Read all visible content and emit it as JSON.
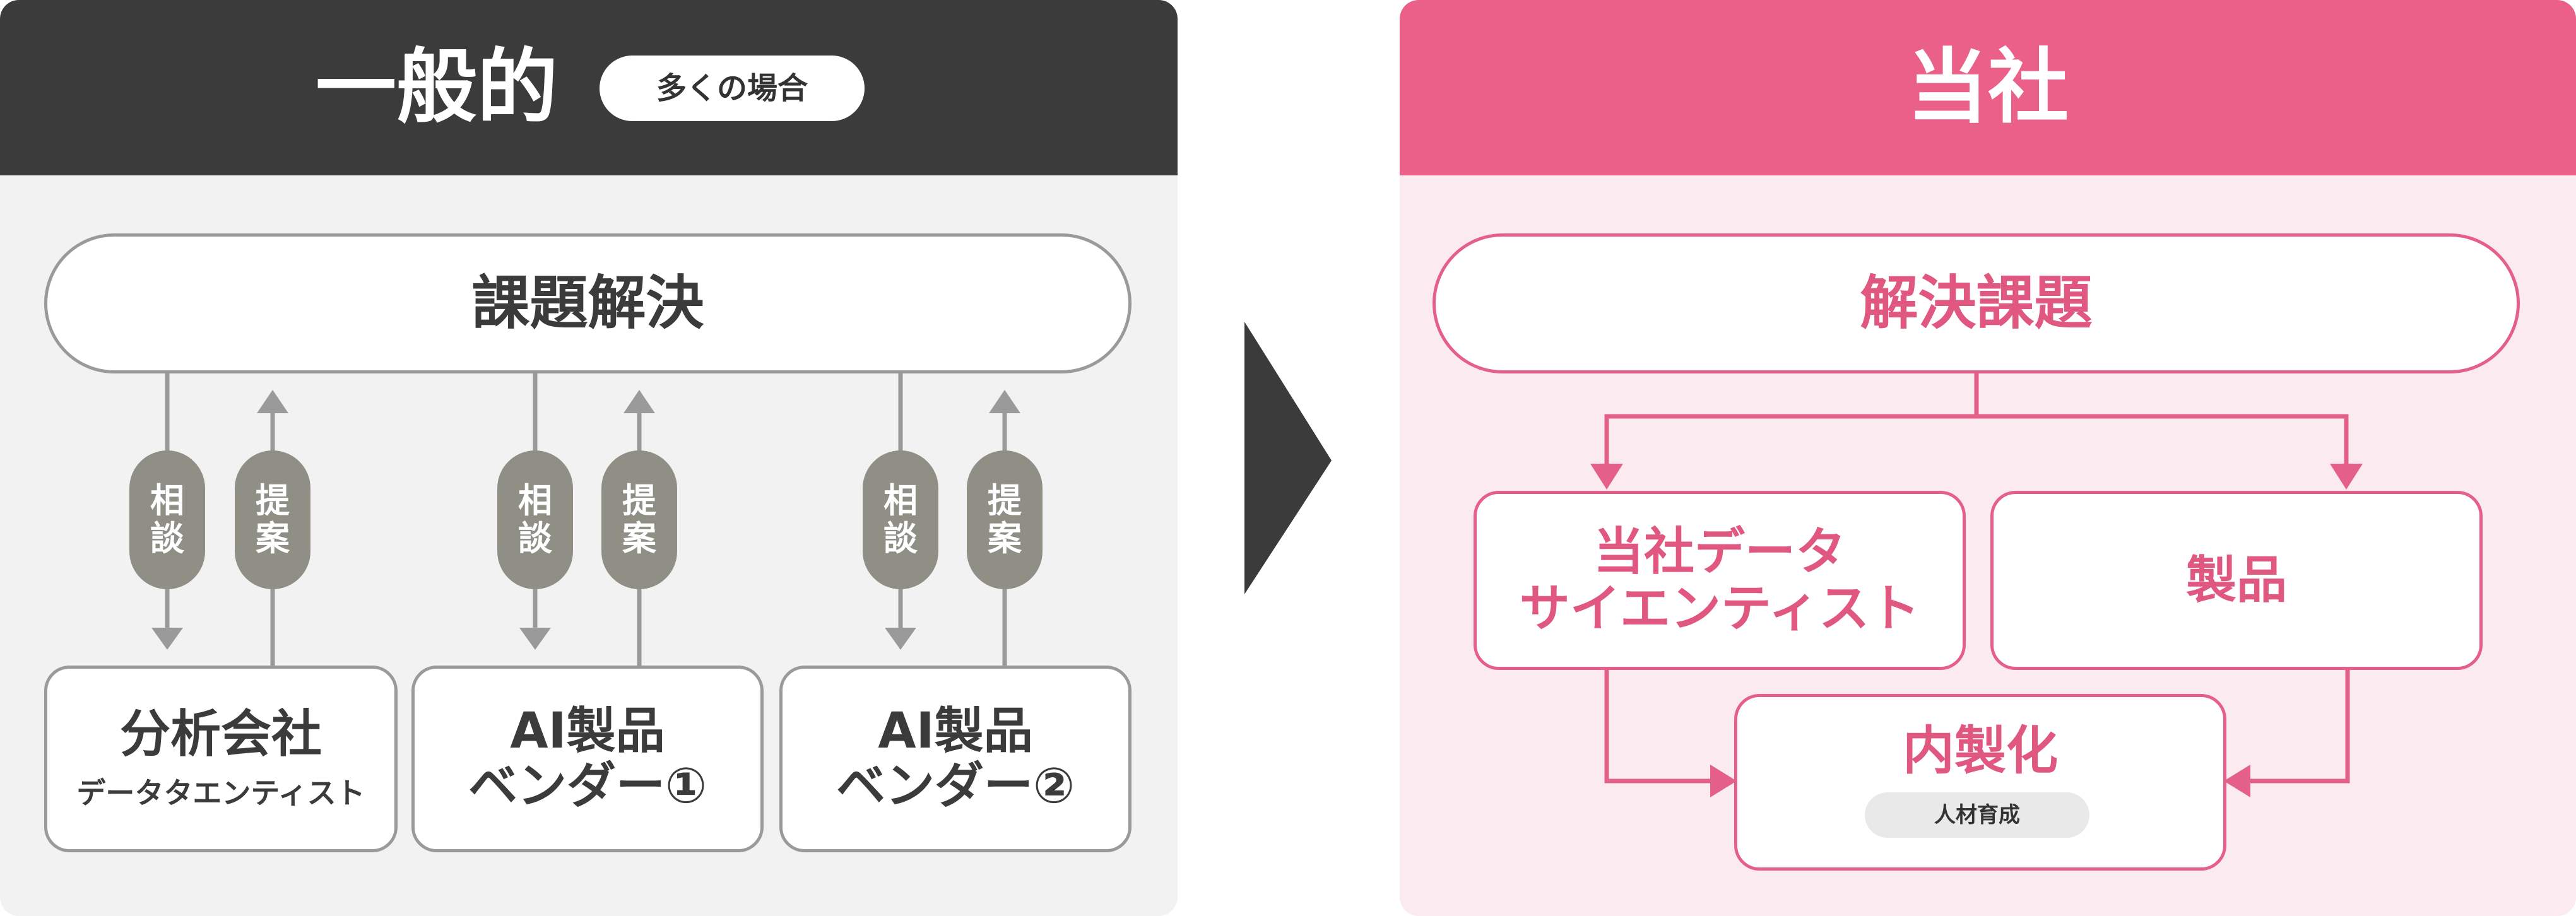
{
  "left_panel": {
    "title": "一般的",
    "badge": "多くの場合",
    "top_box": "課題解決",
    "labels": {
      "consult_1": "相",
      "consult_2": "談",
      "propose_1": "提",
      "propose_2": "案"
    },
    "vendors": [
      {
        "line1": "分析会社",
        "line2": "データタエンティスト"
      },
      {
        "line1": "AI製品",
        "line2": "ベンダー①"
      },
      {
        "line1": "AI製品",
        "line2": "ベンダー②"
      }
    ],
    "colors": {
      "header": "#3b3b3b",
      "background": "#f2f2f2",
      "line": "#9a9a9a",
      "pill": "#8f8f86"
    }
  },
  "arrow": {
    "color": "#3b3b3b"
  },
  "right_panel": {
    "title": "当社",
    "top_box": "解決課題",
    "box_scientist": {
      "line1": "当社データ",
      "line2": "サイエンティスト"
    },
    "box_product": "製品",
    "box_inhouse": "内製化",
    "tag": "人材育成",
    "colors": {
      "header": "#ea6088",
      "background": "#fbeaf0",
      "line": "#e46089",
      "text": "#e0577f"
    }
  }
}
